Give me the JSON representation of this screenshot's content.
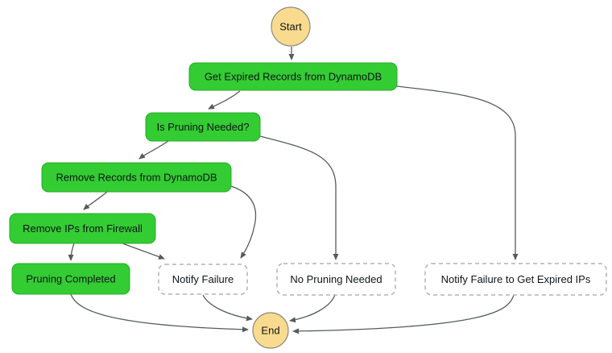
{
  "diagram": {
    "type": "workflow-graph",
    "colors": {
      "background": "#ffffff",
      "task_fill": "#33cc33",
      "task_border": "#2aab2a",
      "ghost_fill": "#ffffff",
      "ghost_border": "#b4b4b4",
      "terminal_fill": "#f8db8e",
      "terminal_border": "#8f8a80",
      "edge": "#565b61",
      "text": "#101418"
    },
    "nodes": {
      "start": {
        "label": "Start",
        "type": "terminal-circle"
      },
      "get_expired": {
        "label": "Get Expired Records from DynamoDB",
        "type": "task-green"
      },
      "is_pruning": {
        "label": "Is Pruning Needed?",
        "type": "task-green"
      },
      "remove_records": {
        "label": "Remove Records from DynamoDB",
        "type": "task-green"
      },
      "remove_ips": {
        "label": "Remove IPs from Firewall",
        "type": "task-green"
      },
      "pruning_completed": {
        "label": "Pruning Completed",
        "type": "task-green"
      },
      "notify_failure": {
        "label": "Notify Failure",
        "type": "dashed-ghost"
      },
      "no_pruning": {
        "label": "No Pruning Needed",
        "type": "dashed-ghost"
      },
      "notify_failure_geips": {
        "label": "Notify Failure to Get Expired IPs",
        "type": "dashed-ghost"
      },
      "end": {
        "label": "End",
        "type": "terminal-circle"
      }
    },
    "edges": [
      {
        "from": "Start",
        "to": "Get Expired Records from DynamoDB"
      },
      {
        "from": "Get Expired Records from DynamoDB",
        "to": "Is Pruning Needed?"
      },
      {
        "from": "Get Expired Records from DynamoDB",
        "to": "Notify Failure to Get Expired IPs"
      },
      {
        "from": "Is Pruning Needed?",
        "to": "Remove Records from DynamoDB"
      },
      {
        "from": "Is Pruning Needed?",
        "to": "No Pruning Needed"
      },
      {
        "from": "Remove Records from DynamoDB",
        "to": "Remove IPs from Firewall"
      },
      {
        "from": "Remove Records from DynamoDB",
        "to": "Notify Failure"
      },
      {
        "from": "Remove IPs from Firewall",
        "to": "Pruning Completed"
      },
      {
        "from": "Remove IPs from Firewall",
        "to": "Notify Failure"
      },
      {
        "from": "Pruning Completed",
        "to": "End"
      },
      {
        "from": "Notify Failure",
        "to": "End"
      },
      {
        "from": "No Pruning Needed",
        "to": "End"
      },
      {
        "from": "Notify Failure to Get Expired IPs",
        "to": "End"
      }
    ]
  }
}
